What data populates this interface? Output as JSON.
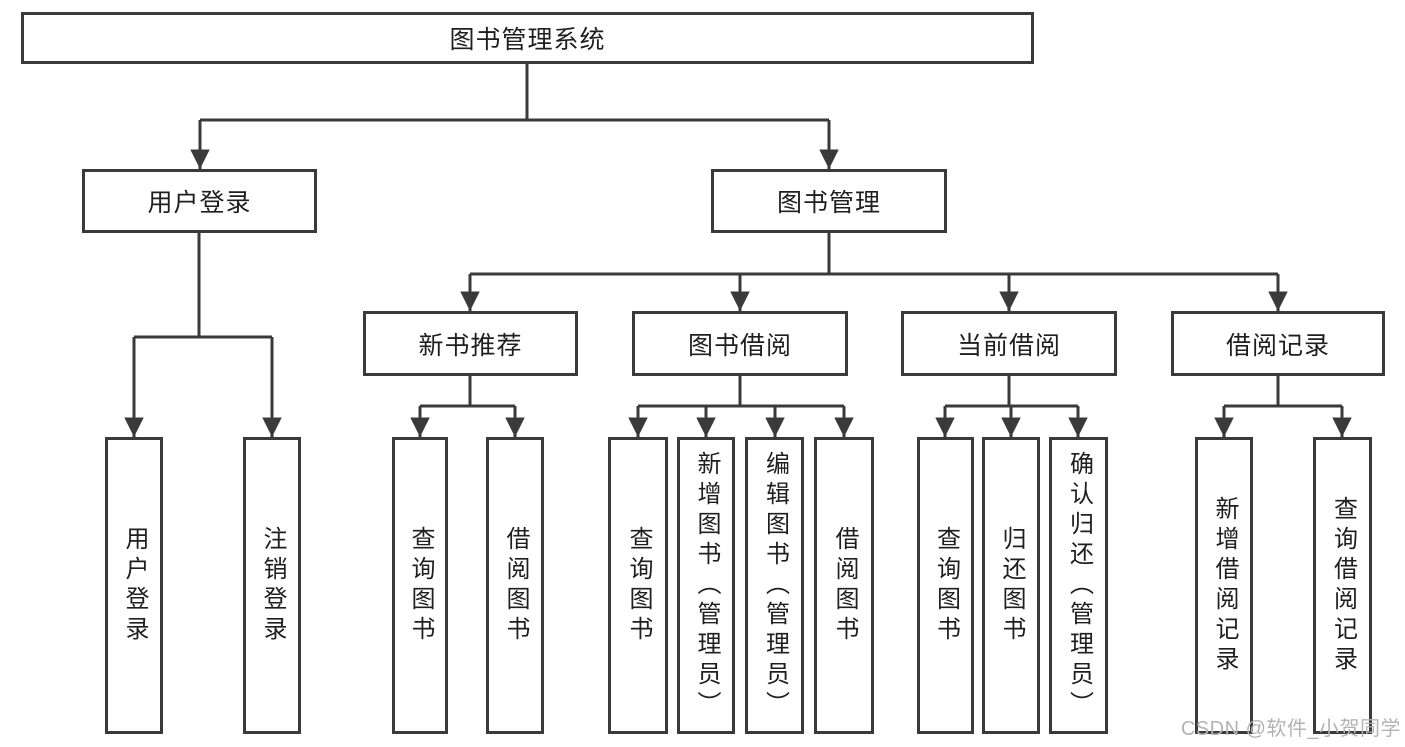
{
  "tree": {
    "root": {
      "label": "图书管理系统"
    },
    "branches": [
      {
        "label": "用户登录",
        "children": [
          "用户登录",
          "注销登录"
        ]
      },
      {
        "label": "图书管理",
        "children": [
          {
            "label": "新书推荐",
            "children": [
              "查询图书",
              "借阅图书"
            ]
          },
          {
            "label": "图书借阅",
            "children": [
              "查询图书",
              "新增图书（管理员）",
              "编辑图书（管理员）",
              "借阅图书"
            ]
          },
          {
            "label": "当前借阅",
            "children": [
              "查询图书",
              "归还图书",
              "确认归还（管理员）"
            ]
          },
          {
            "label": "借阅记录",
            "children": [
              "新增借阅记录",
              "查询借阅记录"
            ]
          }
        ]
      }
    ]
  },
  "watermark": "CSDN @软件_小贺同学",
  "colors": {
    "line": "#3a3a3a",
    "text": "#1f1f1f",
    "watermark": "#b3b3b3",
    "background": "#ffffff"
  }
}
